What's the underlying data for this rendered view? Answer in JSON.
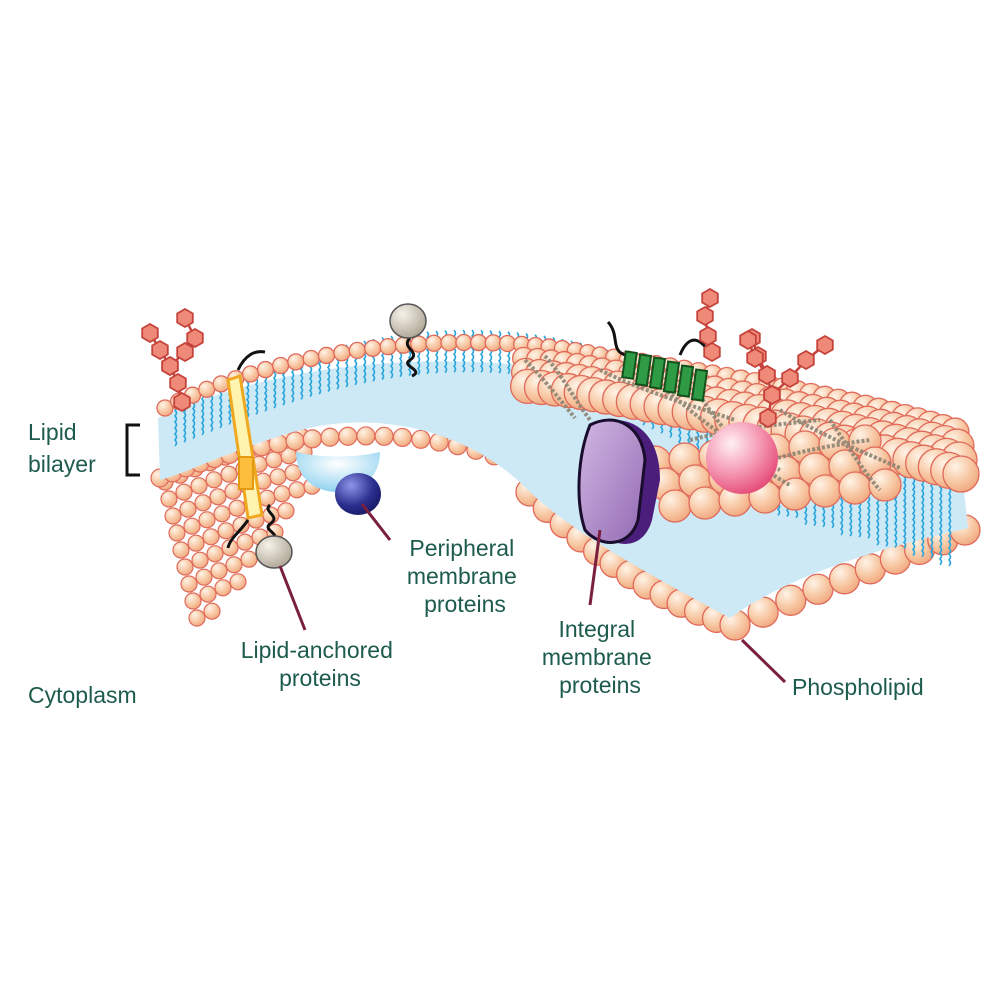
{
  "labels": {
    "lipid_bilayer": [
      "Lipid",
      "bilayer"
    ],
    "peripheral": [
      "Peripheral",
      "membrane",
      "proteins"
    ],
    "integral": [
      "Integral",
      "membrane",
      "proteins"
    ],
    "lipid_anchored": [
      "Lipid-anchored",
      "proteins"
    ],
    "cytoplasm": "Cytoplasm",
    "phospholipid": "Phospholipid"
  },
  "colors": {
    "label_text": "#1d5b4c",
    "leader_line": "#7a1f3d",
    "lipid_head": "#f7c6a1",
    "lipid_head_outline": "#e0695a",
    "hydrophobic_core": "#cde9f6",
    "lipid_tail": "#2aa5dc",
    "integral_protein": "#a77fc0",
    "integral_protein_side": "#4a1e7a",
    "peripheral_protein": "#2b2f8f",
    "peripheral_cup": "#8fd0ee",
    "green_protein": "#2f9b44",
    "glyco_chain": "#e8715f",
    "pink_protein": "#f07a9a",
    "anchor_protein": "#c8c0b2",
    "helix_protein": "#f5b53c"
  }
}
